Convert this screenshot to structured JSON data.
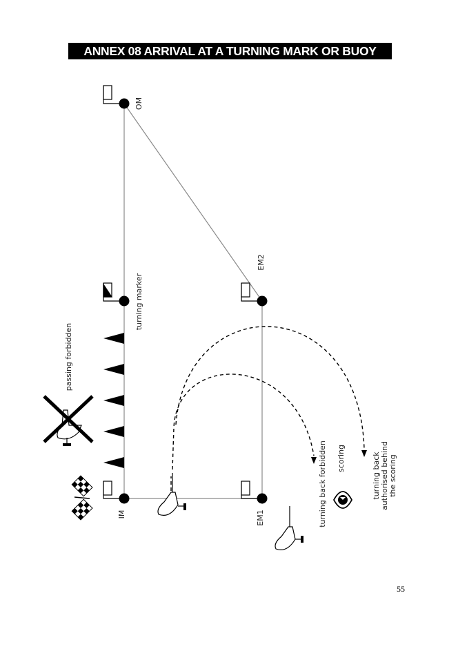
{
  "title": "ANNEX 08 ARRIVAL AT A TURNING MARK OR BUOY",
  "labels": {
    "om": "OM",
    "em2": "EM2",
    "turning_marker": "turning marker",
    "passing_forbidden": "passing forbidden",
    "im": "IM",
    "em1": "EM1",
    "turning_back_forbidden": "turning back forbidden",
    "scoring": "scoring",
    "turning_back_authorised_line1": "turning back",
    "turning_back_authorised_line2": "authorised behind",
    "turning_back_authorised_line3": "the scoring"
  },
  "page_number": "55",
  "colors": {
    "ink": "#000000",
    "line": "#888888",
    "text": "#222222"
  },
  "icons": [
    "checkered-flags-icon",
    "crossed-out-aircraft-icon",
    "aircraft-icon",
    "eye-icon",
    "flag-icon"
  ]
}
